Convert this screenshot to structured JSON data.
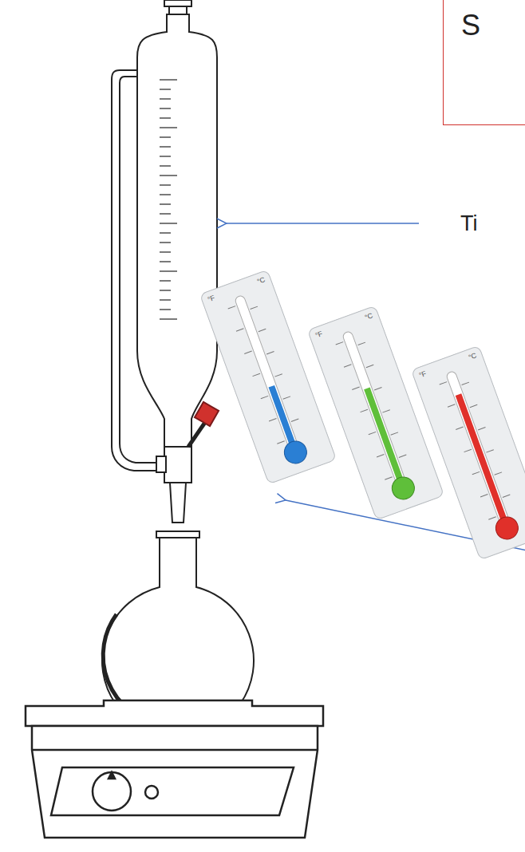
{
  "diagram": {
    "nodes": [
      {
        "text": [
          "S"
        ]
      }
    ],
    "labels": [
      "Ti",
      "°F",
      "°C",
      "°F",
      "°C",
      "°F",
      "°C"
    ]
  }
}
